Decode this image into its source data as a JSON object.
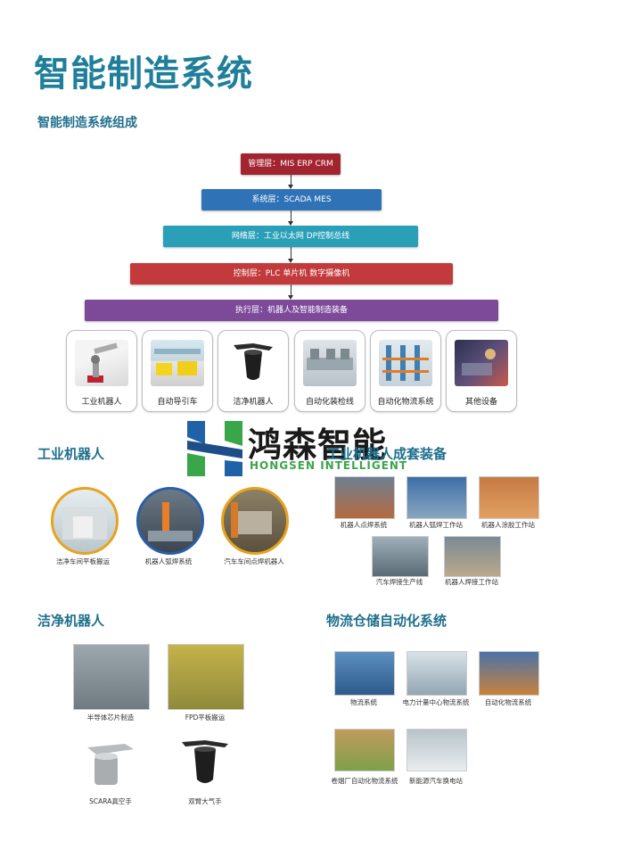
{
  "page_title": "智能制造系统",
  "composition": {
    "heading": "智能制造系统组成",
    "layers": [
      {
        "label": "管理层：MIS ERP CRM",
        "color": "#a2242f"
      },
      {
        "label": "系统层：SCADA MES",
        "color": "#2f72b6"
      },
      {
        "label": "网络层：工业以太网 DP控制总线",
        "color": "#2a9fb8"
      },
      {
        "label": "控制层：PLC  单片机 数字摄像机",
        "color": "#c23a3b"
      },
      {
        "label": "执行层：机器人及智能制造装备",
        "color": "#7d4a9a"
      }
    ],
    "equipment": [
      "工业机器人",
      "自动导引车",
      "洁净机器人",
      "自动化装检线",
      "自动化物流系统",
      "其他设备"
    ]
  },
  "logo": {
    "name_cn": "鸿森智能",
    "name_en": "HONGSEN INTELLIGENT"
  },
  "industrial_robot": {
    "heading": "工业机器人",
    "items": [
      "洁净车间平板搬运",
      "机器人弧焊系统",
      "汽车车间点焊机器人"
    ]
  },
  "robot_sets": {
    "heading": "工业机器人成套装备",
    "items": [
      "机器人点焊系统",
      "机器人弧焊工作站",
      "机器人涂胶工作站",
      "汽车焊接生产线",
      "机器人焊接工作站"
    ]
  },
  "clean_robot": {
    "heading": "洁净机器人",
    "items": [
      "半导体芯片制造",
      "FPD平板搬运",
      "SCARA真空手",
      "双臂大气手"
    ]
  },
  "logistics": {
    "heading": "物流仓储自动化系统",
    "items": [
      "物流系统",
      "电力计量中心物流系统",
      "自动化物流系统",
      "卷烟厂自动化物流系统",
      "新能源汽车换电站"
    ]
  }
}
